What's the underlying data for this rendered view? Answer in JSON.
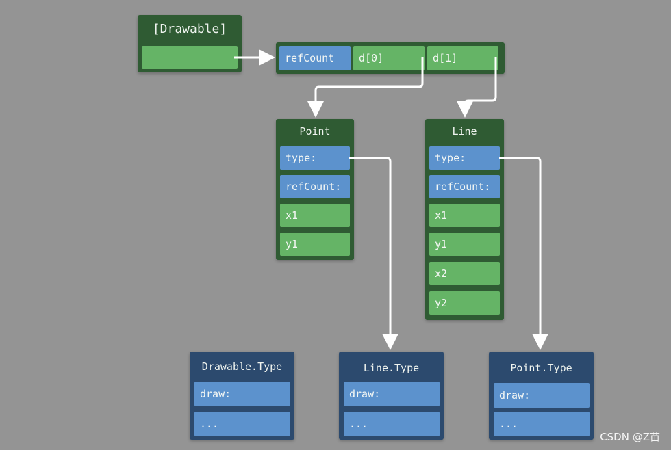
{
  "drawable": {
    "title": "[Drawable]"
  },
  "array": {
    "ref_count": "refCount",
    "d0": "d[0]",
    "d1": "d[1]"
  },
  "point": {
    "title": "Point",
    "fields": [
      "type:",
      "refCount:",
      "x1",
      "y1"
    ]
  },
  "line": {
    "title": "Line",
    "fields": [
      "type:",
      "refCount:",
      "x1",
      "y1",
      "x2",
      "y2"
    ]
  },
  "drawable_type": {
    "title": "Drawable.Type",
    "fields": [
      "draw:",
      "..."
    ]
  },
  "line_type": {
    "title": "Line.Type",
    "fields": [
      "draw:",
      "..."
    ]
  },
  "point_type": {
    "title": "Point.Type",
    "fields": [
      "draw:",
      "..."
    ]
  },
  "watermark": "CSDN @Z苗",
  "colors": {
    "background": "#949494",
    "green_container": "#2f5b33",
    "blue_container": "#2c4a6e",
    "green_cell": "#65b466",
    "blue_cell": "#5c92cd",
    "arrow": "#ffffff"
  }
}
